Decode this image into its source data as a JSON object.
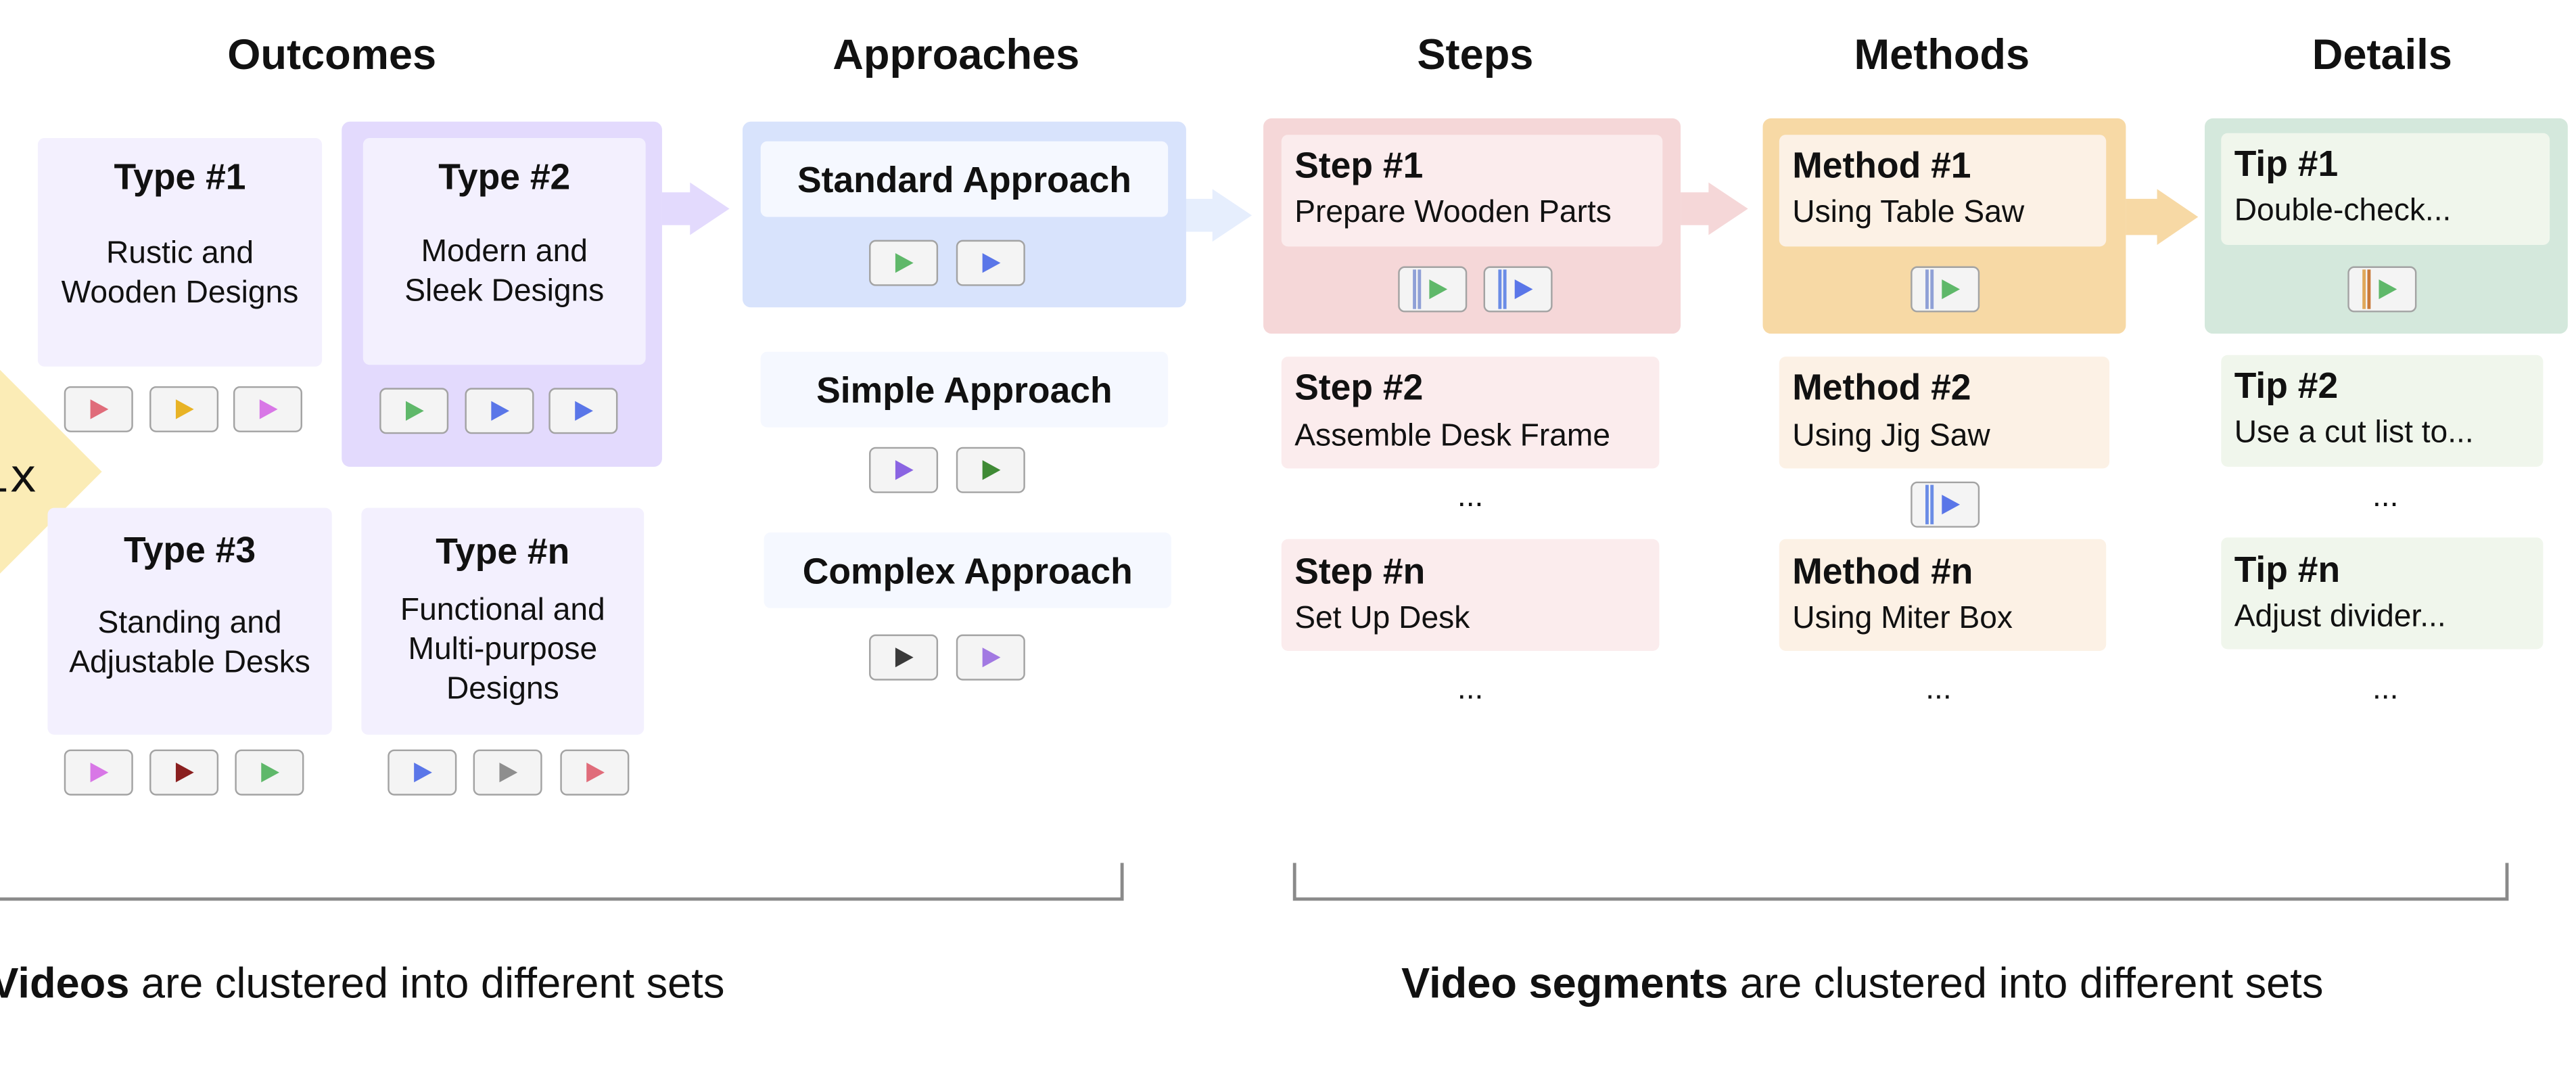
{
  "headers": {
    "outcomes": "Outcomes",
    "approaches": "Approaches",
    "steps": "Steps",
    "methods": "Methods",
    "details": "Details"
  },
  "mix_label": "Mix",
  "outcomes": {
    "type1": {
      "title": "Type #1",
      "desc1": "Rustic and",
      "desc2": "Wooden Designs"
    },
    "type2": {
      "title": "Type #2",
      "desc1": "Modern and",
      "desc2": "Sleek Designs"
    },
    "type3": {
      "title": "Type #3",
      "desc1": "Standing and",
      "desc2": "Adjustable Desks"
    },
    "typen": {
      "title": "Type #n",
      "desc1": "Functional and",
      "desc2": "Multi-purpose",
      "desc3": "Designs"
    }
  },
  "approaches": {
    "standard": "Standard Approach",
    "simple": "Simple Approach",
    "complex": "Complex Approach"
  },
  "steps": {
    "s1": {
      "title": "Step #1",
      "desc": "Prepare Wooden Parts"
    },
    "s2": {
      "title": "Step #2",
      "desc": "Assemble Desk Frame"
    },
    "sn": {
      "title": "Step #n",
      "desc": "Set Up Desk"
    }
  },
  "methods": {
    "m1": {
      "title": "Method #1",
      "desc": "Using Table Saw"
    },
    "m2": {
      "title": "Method #2",
      "desc": "Using Jig Saw"
    },
    "mn": {
      "title": "Method #n",
      "desc": "Using Miter Box"
    }
  },
  "details": {
    "t1": {
      "title": "Tip #1",
      "desc": "Double-check..."
    },
    "t2": {
      "title": "Tip #2",
      "desc": "Use a cut list to..."
    },
    "tn": {
      "title": "Tip #n",
      "desc": "Adjust divider..."
    }
  },
  "ellipsis": "...",
  "footer": {
    "left_bold": "Videos",
    "left_rest": " are clustered into different sets",
    "right_bold": "Video segments",
    "right_rest": " are clustered into different sets"
  },
  "colors": {
    "outcome_bg": "#f3f0fe",
    "outcome_highlight": "#e3dafd",
    "approach_highlight": "#d8e3fc",
    "approach_bg": "#f5f8ff",
    "step_highlight": "#f5d7d8",
    "step_bg": "#fbeced",
    "method_highlight": "#f7d9a5",
    "method_bg": "#fcf1e5",
    "detail_highlight": "#d4e8dc",
    "detail_bg": "#f0f6ec",
    "mix_star": "#fbecb6"
  },
  "icons": {
    "video": "play-triangle-icon",
    "segment": "play-segment-icon",
    "arrow": "right-arrow-icon"
  }
}
